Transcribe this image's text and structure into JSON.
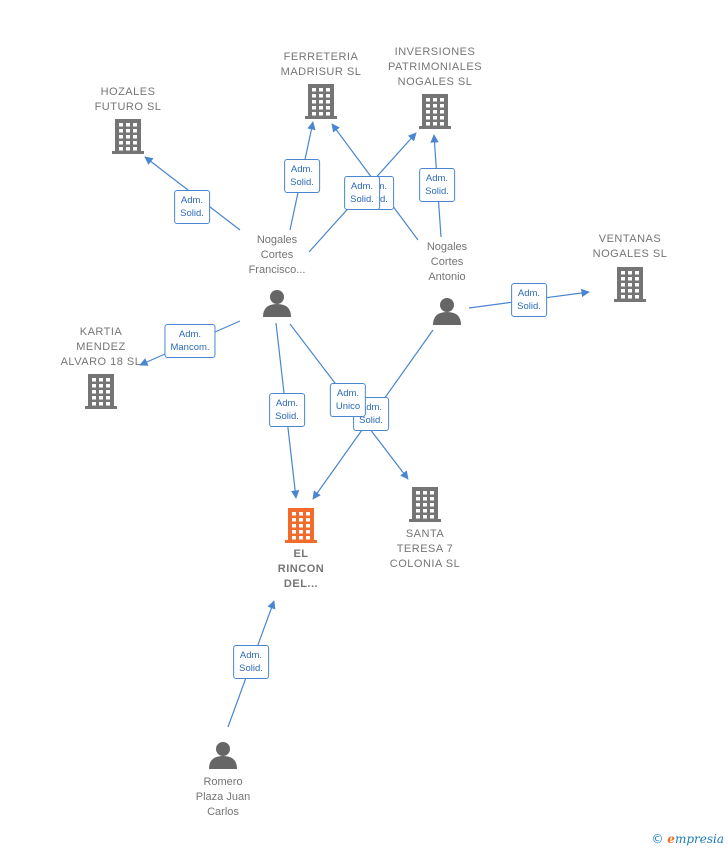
{
  "colors": {
    "edge": "#4a86cf",
    "company": "#757575",
    "focus_company": "#f26b2a",
    "person": "#666666"
  },
  "nodes": [
    {
      "id": "ferreteria",
      "kind": "company",
      "label": "FERRETERIA\nMADRISUR SL",
      "icon": "building-icon"
    },
    {
      "id": "inversiones",
      "kind": "company",
      "label": "INVERSIONES\nPATRIMONIALES\nNOGALES SL",
      "icon": "building-icon"
    },
    {
      "id": "hozales",
      "kind": "company",
      "label": "HOZALES\nFUTURO SL",
      "icon": "building-icon"
    },
    {
      "id": "ventanas",
      "kind": "company",
      "label": "VENTANAS\nNOGALES SL",
      "icon": "building-icon"
    },
    {
      "id": "kartia",
      "kind": "company",
      "label": "KARTIA\nMENDEZ\nALVARO 18 SL",
      "icon": "building-icon"
    },
    {
      "id": "rincon",
      "kind": "focus",
      "label": "EL\nRINCON\nDEL...",
      "icon": "building-icon"
    },
    {
      "id": "santa",
      "kind": "company",
      "label": "SANTA\nTERESA 7\nCOLONIA SL",
      "icon": "building-icon"
    },
    {
      "id": "francisco",
      "kind": "person",
      "label": "Nogales\nCortes\nFrancisco...",
      "icon": "person-icon"
    },
    {
      "id": "antonio",
      "kind": "person",
      "label": "Nogales\nCortes\nAntonio",
      "icon": "person-icon"
    },
    {
      "id": "romero",
      "kind": "person",
      "label": "Romero\nPlaza Juan\nCarlos",
      "icon": "person-icon"
    }
  ],
  "edges": [
    {
      "from": "francisco",
      "to": "hozales",
      "label": "Adm.\nSolid."
    },
    {
      "from": "francisco",
      "to": "ferreteria",
      "label": "Adm.\nSolid."
    },
    {
      "from": "francisco",
      "to": "inversiones",
      "label": "Adm.\nSolid."
    },
    {
      "from": "antonio",
      "to": "ferreteria",
      "label": "Adm.\nSolid."
    },
    {
      "from": "antonio",
      "to": "inversiones",
      "label": "Adm.\nSolid."
    },
    {
      "from": "francisco",
      "to": "kartia",
      "label": "Adm.\nMancom."
    },
    {
      "from": "antonio",
      "to": "ventanas",
      "label": "Adm.\nSolid."
    },
    {
      "from": "francisco",
      "to": "rincon",
      "label": "Adm.\nSolid."
    },
    {
      "from": "francisco",
      "to": "santa",
      "label": "Adm.\nSolid."
    },
    {
      "from": "antonio",
      "to": "rincon",
      "label": "Adm.\nUnico"
    },
    {
      "from": "romero",
      "to": "rincon",
      "label": "Adm.\nSolid."
    }
  ],
  "footer": {
    "copyright": "©",
    "brand_initial": "e",
    "brand_rest": "mpresia"
  }
}
